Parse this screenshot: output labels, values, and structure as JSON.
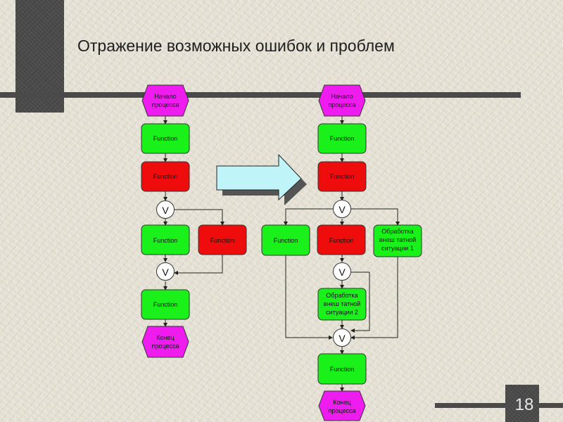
{
  "title": "Отражение возможных ошибок и проблем",
  "page_number": "18",
  "colors": {
    "event": "#ee1cee",
    "function_ok": "#1af01a",
    "function_error": "#ee0c0c",
    "arrow": "#bff4f9",
    "line": "#222222"
  },
  "connector_symbol": "V",
  "left_flow": {
    "start_event": [
      "Начало",
      "процесса"
    ],
    "function_1": "Function",
    "function_error": "Function",
    "function_2": "Function",
    "function_side_error": "Function",
    "function_3": "Function",
    "end_event": [
      "Конец",
      "процесса"
    ]
  },
  "right_flow": {
    "start_event": [
      "Начало",
      "процесса"
    ],
    "function_1": "Function",
    "function_error": "Function",
    "function_left": "Function",
    "function_mid_error": "Function",
    "handling_1": [
      "Обработка",
      "внеш татной",
      "ситуации 1"
    ],
    "handling_2": [
      "Обработка",
      "внеш татной",
      "ситуации 2"
    ],
    "function_final": "Function",
    "end_event": [
      "Конец",
      "процесса"
    ]
  }
}
